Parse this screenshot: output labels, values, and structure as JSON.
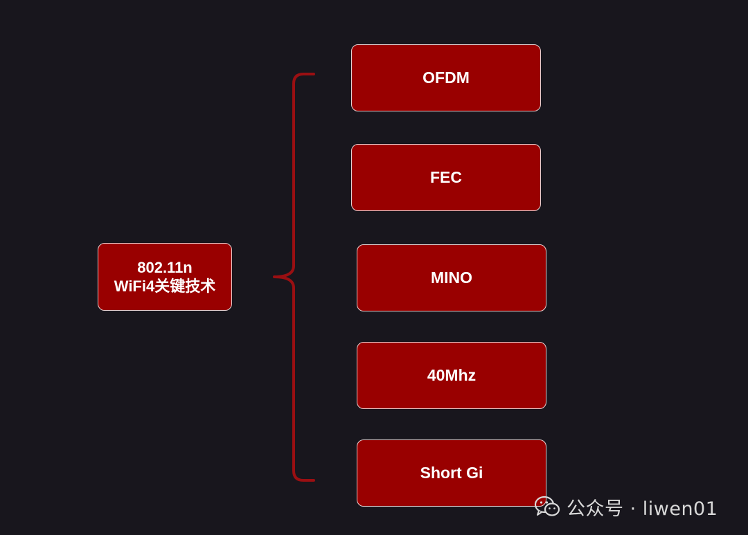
{
  "root": {
    "line1": "802.11n",
    "line2": "WiFi4关键技术"
  },
  "items": [
    {
      "label": "OFDM"
    },
    {
      "label": "FEC"
    },
    {
      "label": "MINO"
    },
    {
      "label": "40Mhz"
    },
    {
      "label": "Short Gi"
    }
  ],
  "watermark": {
    "icon": "wechat-icon",
    "text": "公众号 · liwen01"
  },
  "colors": {
    "background": "#18161d",
    "node_fill": "#990000",
    "node_border": "#e8d0d0",
    "brace": "#9a0f12",
    "text": "#ffffff"
  }
}
